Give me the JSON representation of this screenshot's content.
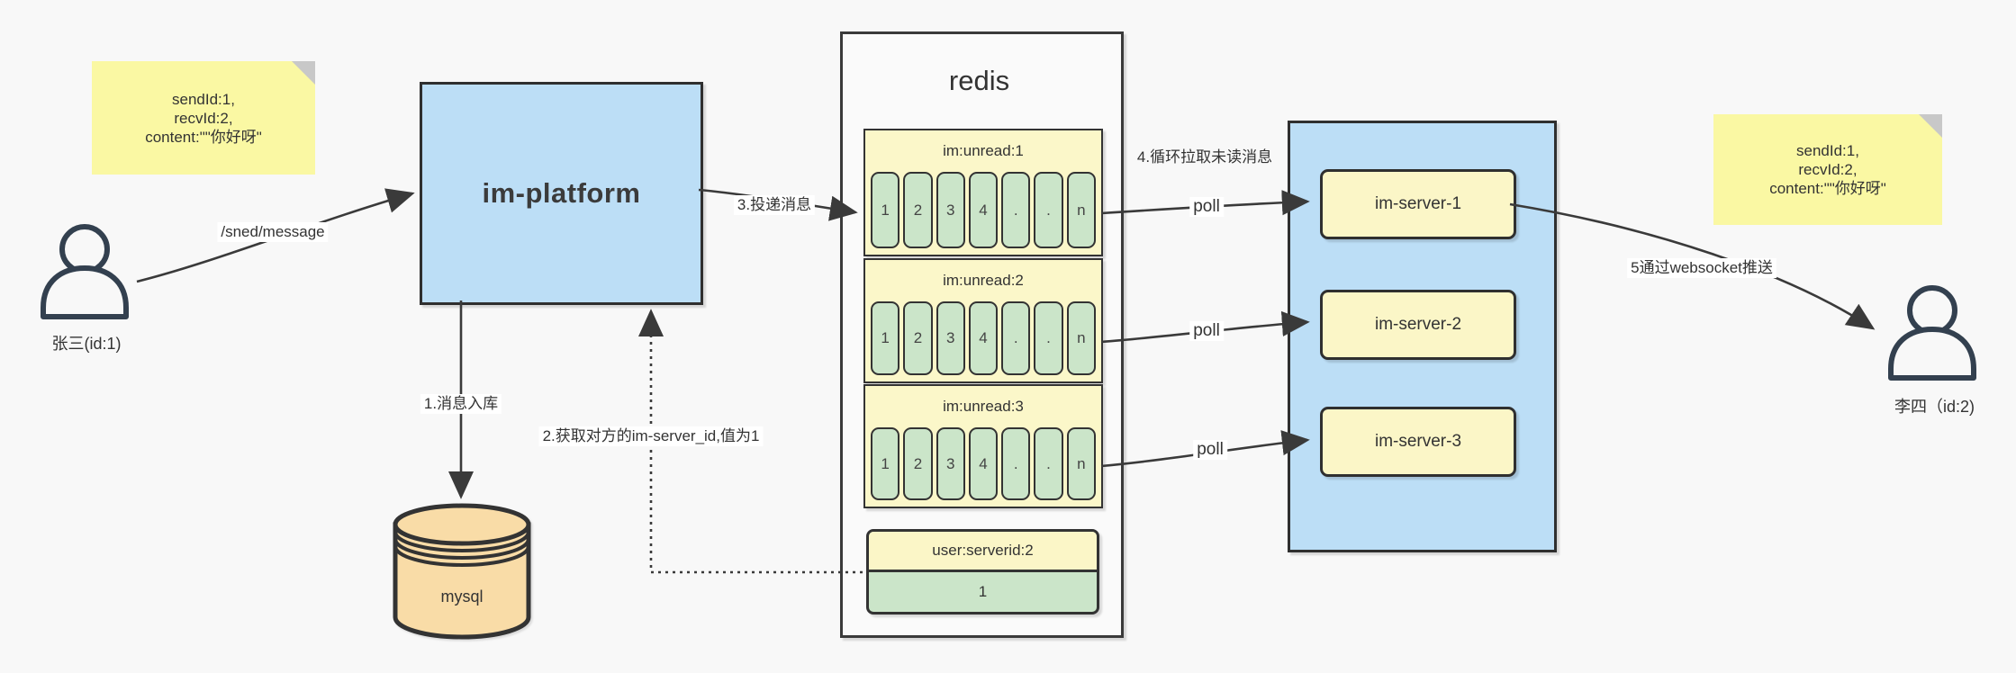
{
  "canvas": {
    "background": "#F8F8F8"
  },
  "colors": {
    "box_blue": "#BCDEF6",
    "sticky_yellow": "#FAF8A3",
    "pale_yellow": "#FBF6C7",
    "cell_green": "#CBE5C9",
    "db_tan": "#F9DCA7",
    "line": "#3A3A3A"
  },
  "actors": {
    "sender": "张三(id:1)",
    "receiver": "李四（id:2)"
  },
  "notes": {
    "sender": {
      "lines": [
        "sendId:1,",
        "recvId:2,",
        "content:\"\"你好呀\""
      ]
    },
    "receiver": {
      "lines": [
        "sendId:1,",
        "recvId:2,",
        "content:\"\"你好呀\""
      ]
    }
  },
  "platform": {
    "label": "im-platform"
  },
  "database": {
    "label": "mysql"
  },
  "redis": {
    "title": "redis",
    "queues": [
      {
        "header": "im:unread:1",
        "cells": [
          "1",
          "2",
          "3",
          "4",
          ".",
          ".",
          "n"
        ]
      },
      {
        "header": "im:unread:2",
        "cells": [
          "1",
          "2",
          "3",
          "4",
          ".",
          ".",
          "n"
        ]
      },
      {
        "header": "im:unread:3",
        "cells": [
          "1",
          "2",
          "3",
          "4",
          ".",
          ".",
          "n"
        ]
      }
    ],
    "kv": {
      "key": "user:serverid:2",
      "value": "1"
    }
  },
  "servers": {
    "items": [
      "im-server-1",
      "im-server-2",
      "im-server-3"
    ]
  },
  "labels": {
    "send": "/sned/message",
    "store": "1.消息入库",
    "fetch": "2.获取对方的im-server_id,值为1",
    "deliver": "3.投递消息",
    "poll": "poll",
    "pull": "4.循环拉取未读消息",
    "push": "5通过websocket推送"
  }
}
